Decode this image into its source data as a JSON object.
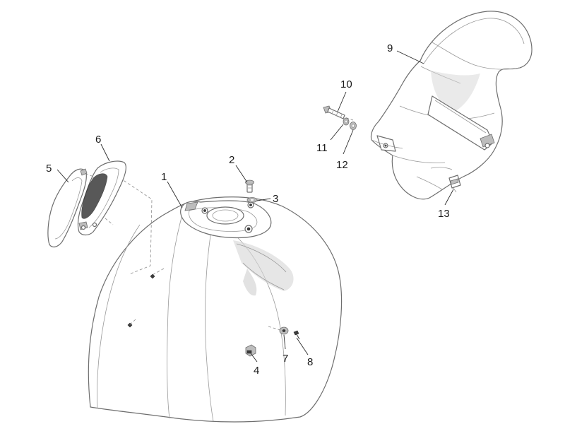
{
  "diagram": {
    "callouts": {
      "c1": "1",
      "c2": "2",
      "c3": "3",
      "c4": "4",
      "c5": "5",
      "c6": "6",
      "c7": "7",
      "c8": "8",
      "c9": "9",
      "c10": "10",
      "c11": "11",
      "c12": "12",
      "c13": "13"
    }
  }
}
